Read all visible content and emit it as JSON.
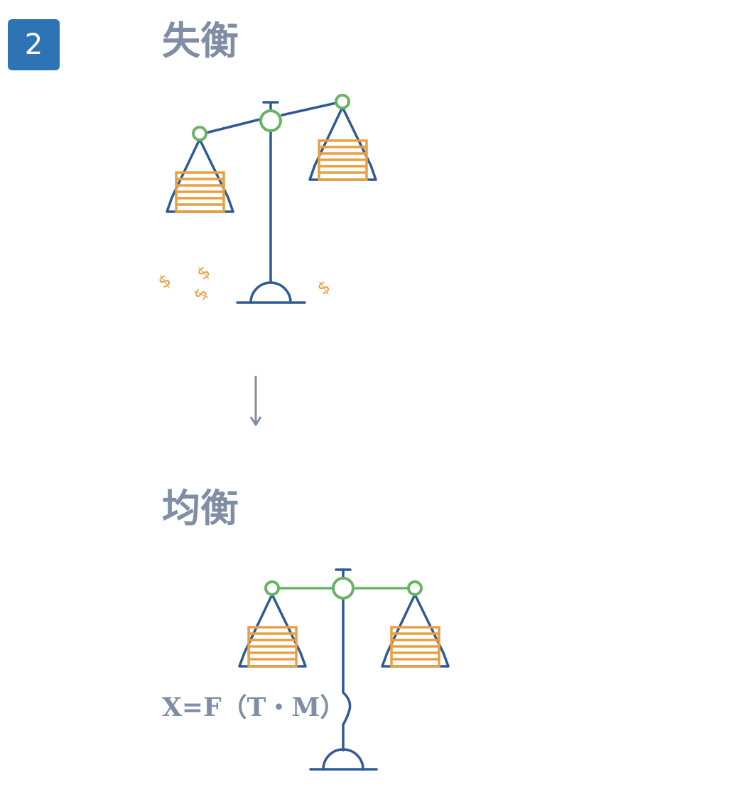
{
  "step_badge": "2",
  "titles": {
    "unbalanced": "失衡",
    "balanced": "均衡"
  },
  "formula": "X=F（T・M）",
  "currency_symbol": "$",
  "colors": {
    "badge": "#2e74b5",
    "beam_stand": "#2f5a96",
    "pivot": "#6ab364",
    "weights": "#e8a040",
    "text": "#7f8ea5"
  },
  "icons": [
    "balance-scale-tilted-icon",
    "down-arrow-icon",
    "balance-scale-level-icon",
    "dollar-icon"
  ]
}
